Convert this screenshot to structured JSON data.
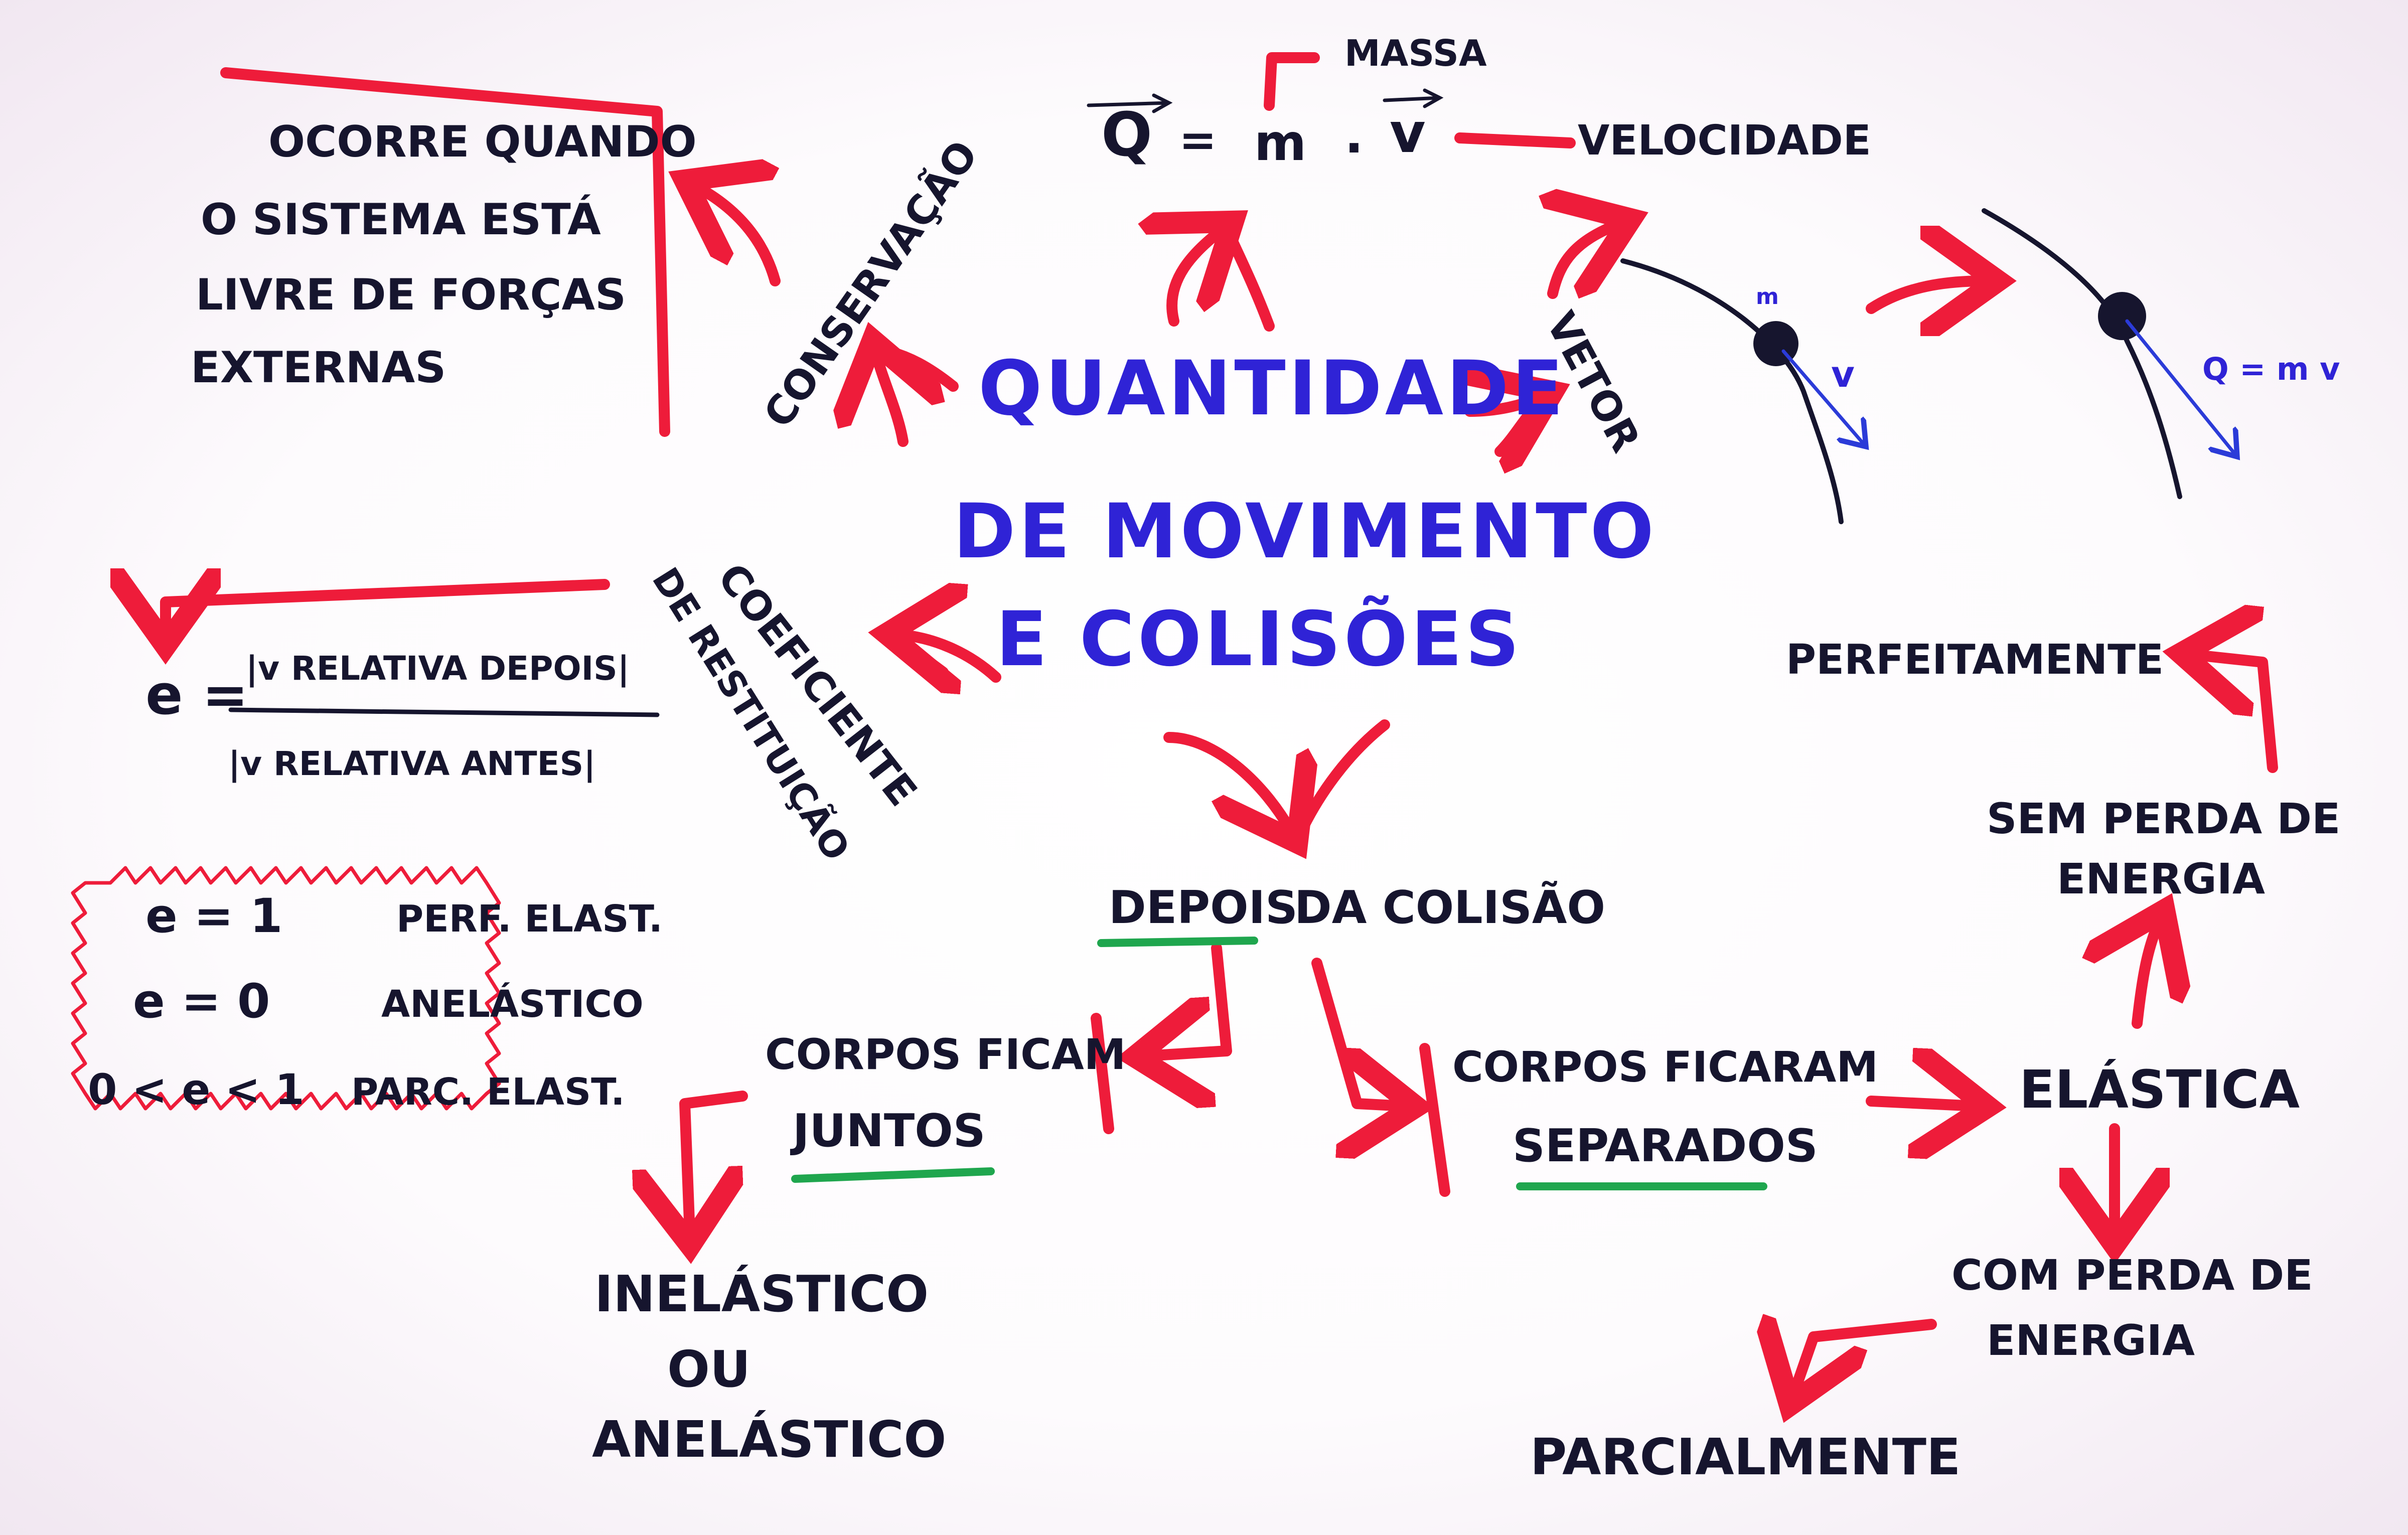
{
  "colors": {
    "ink": "#16152e",
    "title_blue": "#2f23d6",
    "arrow_red": "#ee1c3a",
    "underline_green": "#1fa64e",
    "vector_blue": "#2b3bd8"
  },
  "title": {
    "line1": "QUANTIDADE",
    "line2": "DE MOVIMENTO",
    "line3": "E COLISÕES"
  },
  "formula": {
    "q": "Q",
    "equals": "=",
    "m": "m",
    "dot": ".",
    "v": "v",
    "mass_label": "MASSA",
    "velocity_label": "VELOCIDADE"
  },
  "conservation": {
    "label": "CONSERVAÇÃO",
    "box_lines": [
      "OCORRE QUANDO",
      "O SISTEMA ESTÁ",
      "LIVRE DE FORÇAS",
      "EXTERNAS"
    ]
  },
  "vector": {
    "label": "VETOR",
    "mass_mark": "m",
    "velocity_mark": "v",
    "momentum_mark": "Q = m v"
  },
  "restitution": {
    "label_line1": "COEFICIENTE",
    "label_line2": "DE RESTITUIÇÃO",
    "e_symbol": "e =",
    "numerator": "|v RELATIVA DEPOIS|",
    "denominator": "|v RELATIVA ANTES|",
    "cases": [
      {
        "cond": "e = 1",
        "type": "PERF. ELAST."
      },
      {
        "cond": "e = 0",
        "type": "ANELÁSTICO"
      },
      {
        "cond": "0 < e < 1",
        "type": "PARC. ELAST."
      }
    ]
  },
  "after": {
    "label_a": "DEPOIS",
    "label_b": "DA COLISÃO"
  },
  "together": {
    "line1": "CORPOS FICAM",
    "line2": "JUNTOS",
    "result_lines": [
      "INELÁSTICO",
      "OU",
      "ANELÁSTICO"
    ]
  },
  "separated": {
    "line1": "CORPOS FICARAM",
    "line2": "SEPARADOS",
    "elastic": "ELÁSTICA",
    "no_loss_line1": "SEM PERDA DE",
    "no_loss_line2": "ENERGIA",
    "perfect": "PERFEITAMENTE",
    "loss_line1": "COM PERDA DE",
    "loss_line2": "ENERGIA",
    "partial": "PARCIALMENTE"
  }
}
